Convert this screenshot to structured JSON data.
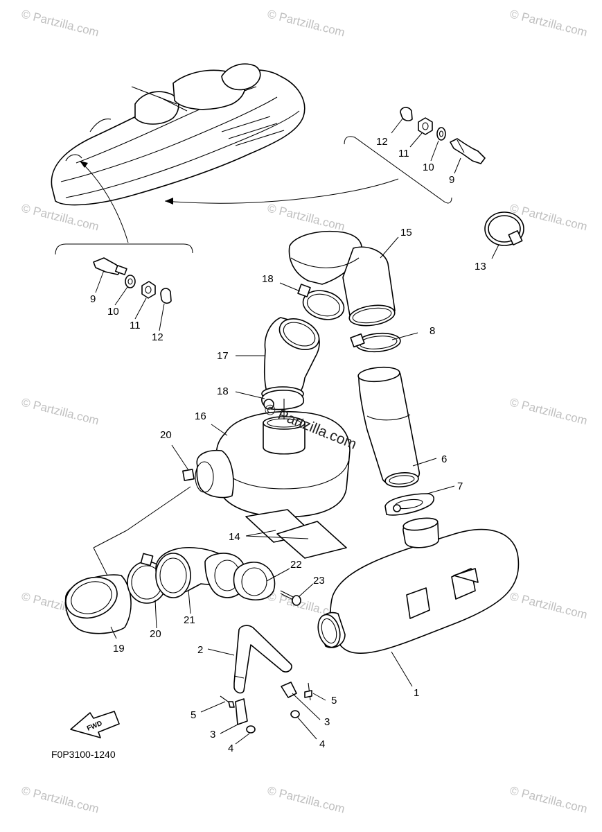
{
  "diagram_code": "F0P3100-1240",
  "fwd_label": "FWD",
  "watermark_text": "© Partzilla.com",
  "center_watermark": "© Partzilla.com",
  "callouts": {
    "c1": "1",
    "c2": "2",
    "c3a": "3",
    "c3b": "3",
    "c4a": "4",
    "c4b": "4",
    "c5a": "5",
    "c5b": "5",
    "c6": "6",
    "c7": "7",
    "c8": "8",
    "c9a": "9",
    "c9b": "9",
    "c10a": "10",
    "c10b": "10",
    "c11a": "11",
    "c11b": "11",
    "c12a": "12",
    "c12b": "12",
    "c13": "13",
    "c14": "14",
    "c15": "15",
    "c16": "16",
    "c17": "17",
    "c18a": "18",
    "c18b": "18",
    "c19": "19",
    "c20a": "20",
    "c20b": "20",
    "c21": "21",
    "c22": "22",
    "c23": "23"
  }
}
